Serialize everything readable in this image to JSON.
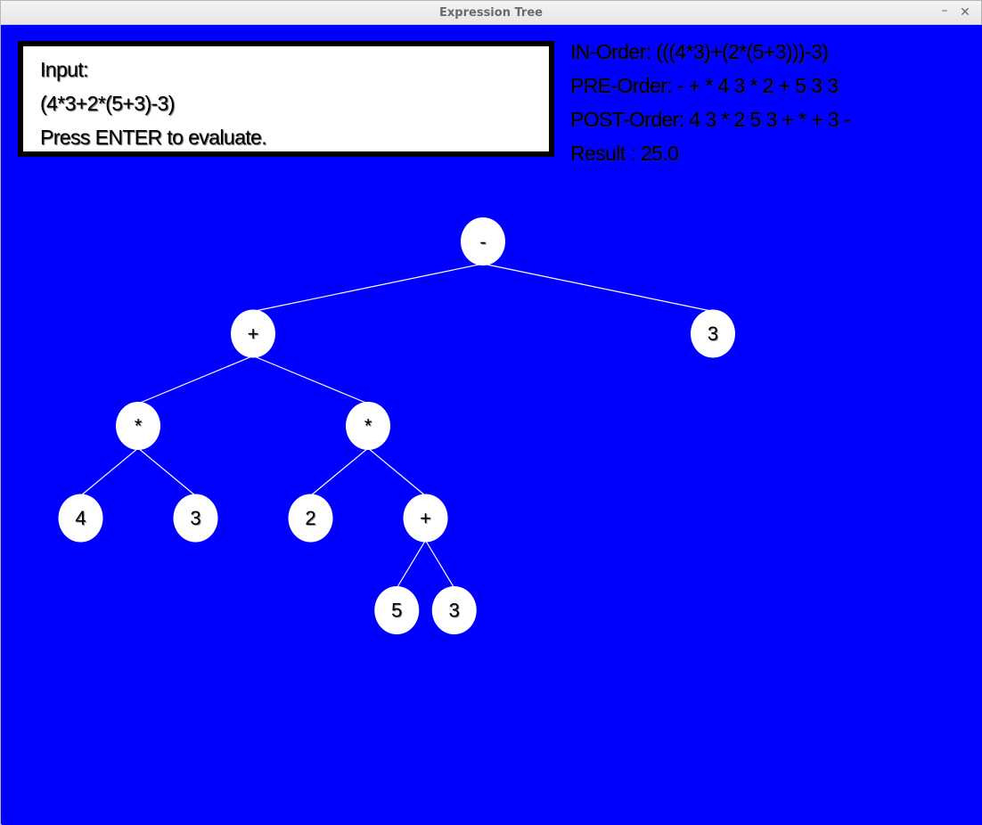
{
  "window": {
    "title": "Expression Tree",
    "minimize_glyph": "–",
    "close_glyph": "✕"
  },
  "input_panel": {
    "heading": "Input:",
    "expression": "(4*3+2*(5+3)-3)",
    "hint": "Press ENTER to evaluate."
  },
  "results": {
    "in_order": "IN-Order: (((4*3)+(2*(5+3)))-3)",
    "pre_order": "PRE-Order: - + * 4 3 * 2 + 5 3 3",
    "post_order": "POST-Order: 4 3 * 2 5 3 + * + 3 -",
    "result": "Result : 25.0"
  },
  "colors": {
    "background": "#0000ff",
    "node_fill": "#ffffff",
    "edge": "#ffffff",
    "text": "#000000"
  },
  "tree": {
    "label": "-",
    "children": [
      {
        "label": "+",
        "children": [
          {
            "label": "*",
            "children": [
              {
                "label": "4"
              },
              {
                "label": "3"
              }
            ]
          },
          {
            "label": "*",
            "children": [
              {
                "label": "2"
              },
              {
                "label": "+",
                "children": [
                  {
                    "label": "5"
                  },
                  {
                    "label": "3"
                  }
                ]
              }
            ]
          }
        ]
      },
      {
        "label": "3"
      }
    ]
  }
}
